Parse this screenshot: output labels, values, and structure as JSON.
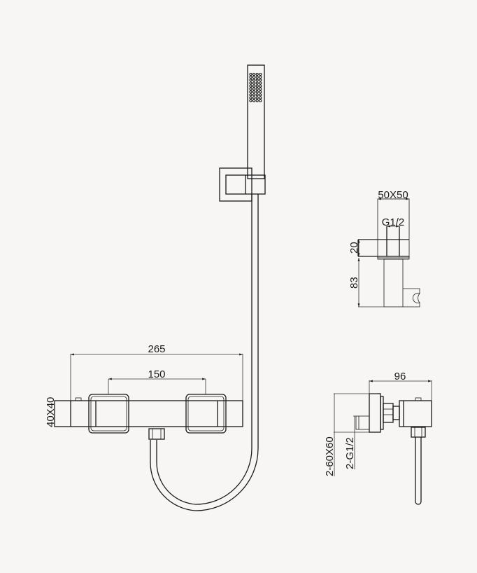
{
  "drawing": {
    "title": "Thermostatic shower valve with hand shower technical drawing",
    "background": "#f7f6f4",
    "line_color": "#1a1a1a",
    "front_view": {
      "overall_width_label": "265",
      "handle_spacing_label": "150",
      "body_section_label": "40X40"
    },
    "wall_bracket_view": {
      "bracket_size_label": "50X50",
      "thread_label": "G1/2",
      "depth_label": "20",
      "height_label": "83"
    },
    "side_view": {
      "projection_label": "96",
      "flange_label": "2-60X60",
      "inlet_label": "2-G1/2"
    }
  }
}
